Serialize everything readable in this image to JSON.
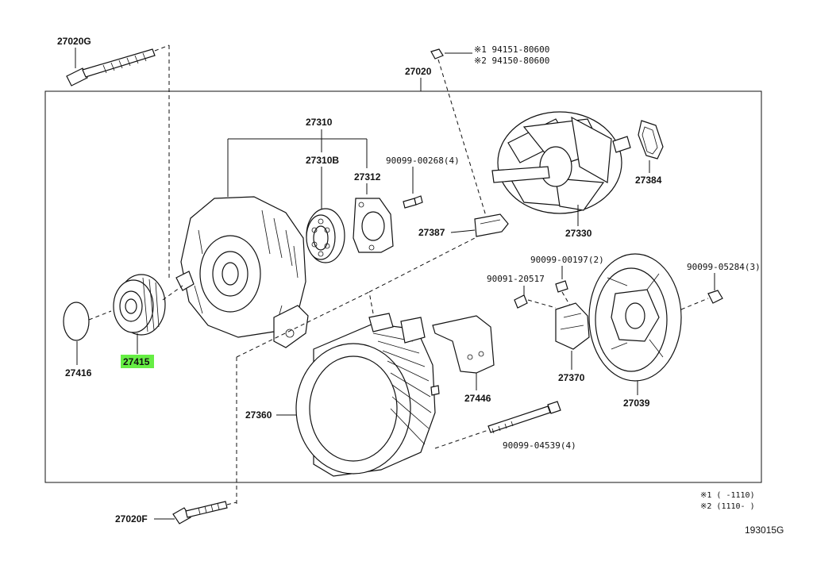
{
  "labels": {
    "p27020g": "27020G",
    "p27020": "27020",
    "p94151": "※1 94151-80600",
    "p94150": "※2 94150-80600",
    "p27310": "27310",
    "p27310b": "27310B",
    "p27312": "27312",
    "p90099_00268": "90099-00268(4)",
    "p27384": "27384",
    "p27387": "27387",
    "p27330": "27330",
    "p90099_00197": "90099-00197(2)",
    "p90099_05284": "90099-05284(3)",
    "p90091_20517": "90091-20517",
    "p27416": "27416",
    "p27415": "27415",
    "p27370": "27370",
    "p27446": "27446",
    "p27039": "27039",
    "p27360": "27360",
    "p90099_04539": "90099-04539(4)",
    "p27020f": "27020F"
  },
  "notes": {
    "note1": "※1 (    -1110)",
    "note2": "※2 (1110-    )"
  },
  "diagram_code": "193015G",
  "highlight_color": "#66ee44"
}
